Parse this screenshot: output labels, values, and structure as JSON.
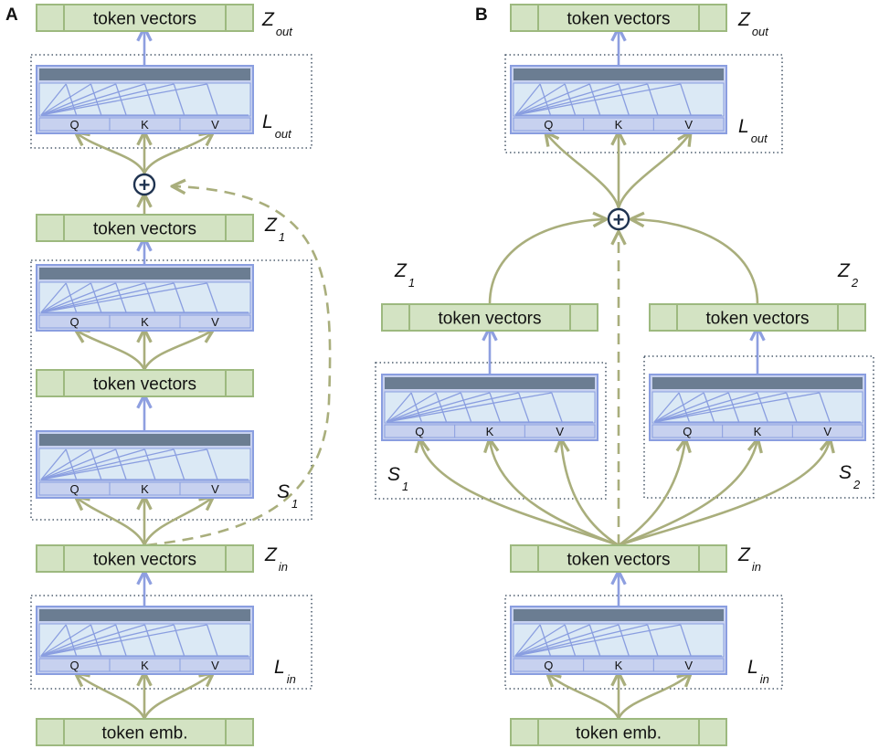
{
  "panels": {
    "a_label": "A",
    "b_label": "B"
  },
  "text": {
    "token_vectors": "token vectors",
    "token_emb": "token emb.",
    "q": "Q",
    "k": "K",
    "v": "V",
    "plus": "+"
  },
  "labels": {
    "z": "Z",
    "l": "L",
    "s": "S",
    "sub_out": "out",
    "sub_in": "in",
    "sub_1": "1",
    "sub_2": "2"
  },
  "colors": {
    "token_fill": "#d3e3c3",
    "token_stroke": "#9db97f",
    "attn_fill": "#c7d1ef",
    "attn_stroke": "#8a9ee0",
    "attn_header": "#6b7d92",
    "attn_inner": "#dbe9f5",
    "arrow_green": "#a9ae7c",
    "arrow_blue": "#8e9fe0",
    "circle_stroke": "#1f3350"
  }
}
